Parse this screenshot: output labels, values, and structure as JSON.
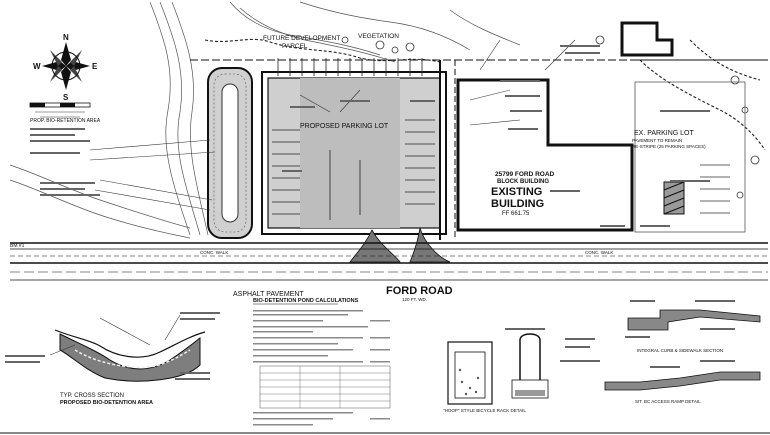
{
  "north_arrow": {
    "n": "N",
    "s": "S",
    "e": "E",
    "w": "W"
  },
  "labels": {
    "future_development": "FUTURE DEVELOPMENT",
    "parcel": "PARCEL",
    "vegetation": "VEGETATION",
    "proposed_parking": "PROPOSED PARKING LOT",
    "building_address": "25799 FORD ROAD",
    "block_building": "BLOCK BUILDING",
    "existing": "EXISTING",
    "building": "BUILDING",
    "ff_elev": "FF 661.75",
    "ex_parking": "EX. PARKING LOT",
    "ex_parking_note1": "PAVEMENT TO REMAIN",
    "ex_parking_note2": "RE-STRIPE (25 PARKING SPACES)",
    "bio_area": "PROP. BIO-RETENTION AREA",
    "asphalt": "ASPHALT PAVEMENT",
    "road": "FORD ROAD",
    "road_width": "120 FT. WD.",
    "bm": "BM #1",
    "conc_walk": "CONC. WALK"
  },
  "details": {
    "cross_title1": "TYP. CROSS SECTION",
    "cross_title2": "PROPOSED BIO-DETENTION AREA",
    "calc_title": "BIO-DETENTION POND CALCULATIONS",
    "rack_title": "\"HOOP\" STYLE BICYCLE RACK DETAIL",
    "curb_title": "INTEGRAL CURB & SIDEWALK SECTION",
    "ramp_title": "SIT. BC ACCESS RAMP DETAIL"
  }
}
